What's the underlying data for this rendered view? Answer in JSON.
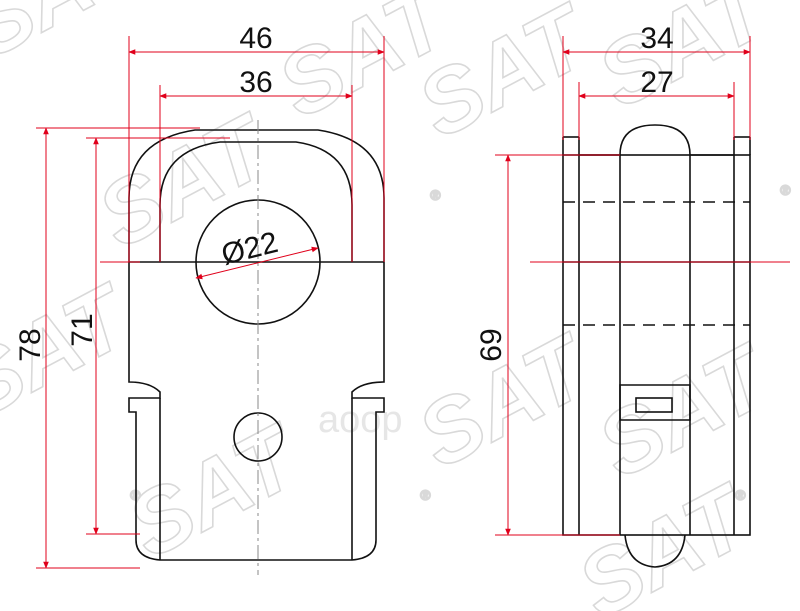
{
  "watermark": {
    "logo_text": "SAT",
    "registered_mark": "®",
    "brand_text": "aoop"
  },
  "front_view": {
    "overall_width": "46",
    "inner_width": "36",
    "overall_height": "78",
    "inner_height": "71",
    "bore_diameter": "Ø22"
  },
  "side_view": {
    "overall_width": "34",
    "inner_width": "27",
    "height": "69"
  },
  "colors": {
    "dimension_line": "#e0001b",
    "outline": "#111111",
    "centerline": "#888888"
  }
}
